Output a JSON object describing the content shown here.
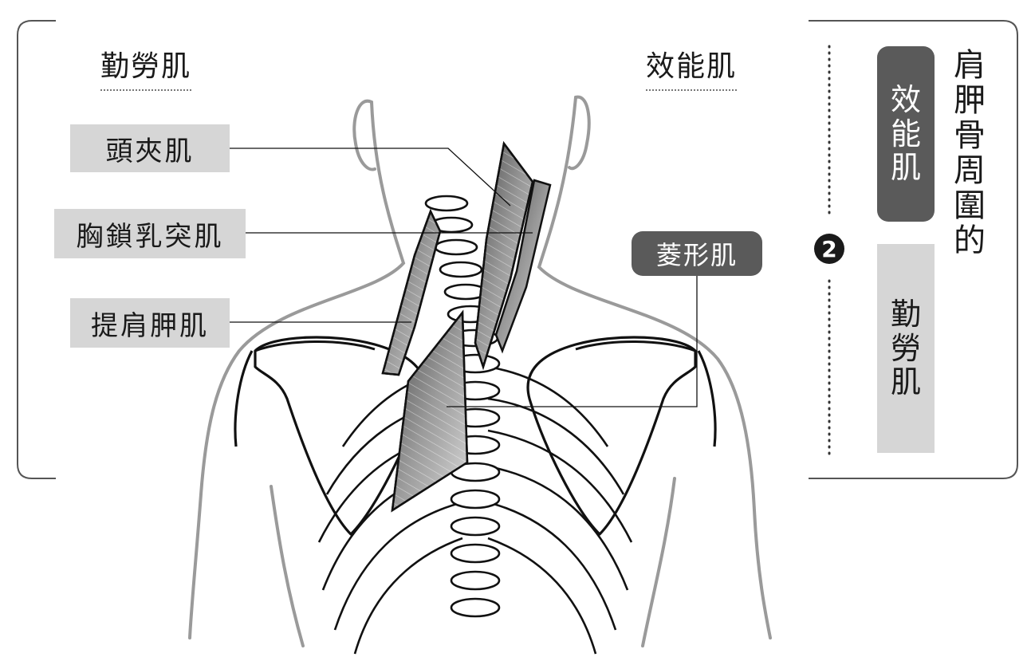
{
  "legend_left": "勤勞肌",
  "legend_right": "效能肌",
  "labels": {
    "splenius_capitis": "頭夾肌",
    "sternocleidomastoid": "胸鎖乳突肌",
    "levator_scapulae": "提肩胛肌",
    "rhomboid": "菱形肌"
  },
  "side": {
    "title_chars": [
      "肩",
      "胛",
      "骨",
      "周",
      "圍",
      "的"
    ],
    "number": "2",
    "efficient_chars": [
      "效",
      "能",
      "肌"
    ],
    "hardworking_chars": [
      "勤",
      "勞",
      "肌"
    ]
  },
  "colors": {
    "label_grey": "#d6d6d6",
    "label_dark": "#5a5a5a",
    "efficient_box": "#5a5a5a",
    "hardworking_box": "#d6d6d6"
  }
}
